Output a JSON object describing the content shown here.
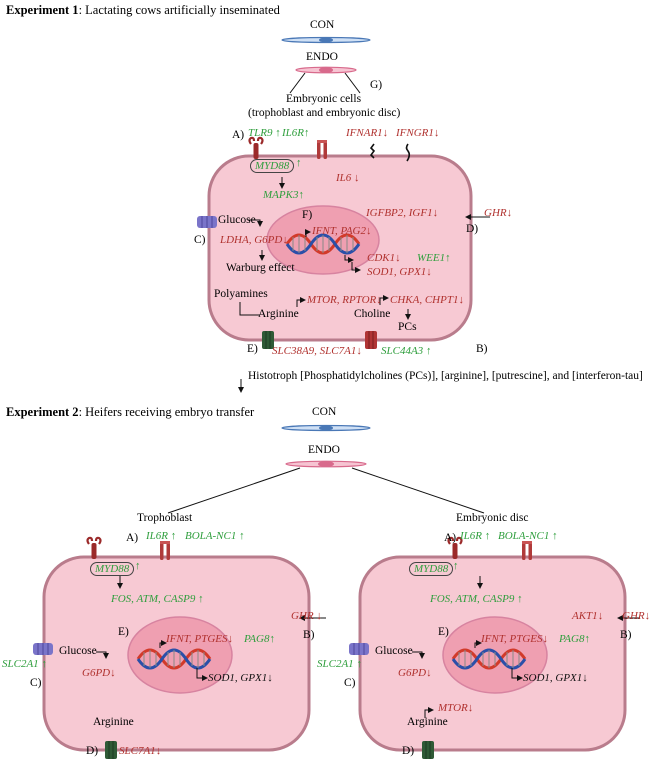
{
  "colors": {
    "cell_fill": "#f7c9d3",
    "cell_border": "#b97c8c",
    "nucleus_fill": "#ef9fb1",
    "up": "#2e9e3c",
    "down": "#b0312e",
    "dna_red": "#d23a2a",
    "dna_blue": "#2b4fa8",
    "con_embryo": "#4a78b6",
    "endo_embryo": "#d86a8c"
  },
  "icons": {
    "receptor": "tlr-receptor-icon",
    "glucose_transporter": "glut-transporter-icon",
    "amino_acid_transporter": "slc-transporter-icon",
    "dna": "dna-helix-icon",
    "arrow_up": "↑",
    "arrow_down": "↓"
  },
  "exp1": {
    "title_bold": "Experiment 1",
    "title_rest": ": Lactating cows artificially inseminated",
    "con": "CON",
    "endo": "ENDO",
    "g_label": "G)",
    "embryonic_cells": "Embryonic cells",
    "embryonic_cells_sub": "(trophoblast and embryonic disc)",
    "a_label": "A)",
    "tlr9": "TLR9",
    "il6r": "IL6R",
    "ifnar1": "IFNAR1",
    "ifngr1": "IFNGR1",
    "myd88": "MYD88",
    "il6": "IL6",
    "mapk3": "MAPK3",
    "glucose": "Glucose",
    "c_label": "C)",
    "ldha_g6pd": "LDHA, G6PD",
    "warburg": "Warburg effect",
    "f_label": "F)",
    "ifnt_pag2": "IFNT, PAG2",
    "igfbp2_igf1": "IGFBP2, IGF1",
    "ghr": "GHR",
    "d_label": "D)",
    "cdk1": "CDK1",
    "wee1": "WEE1",
    "sod1_gpx1": "SOD1, GPX1",
    "polyamines": "Polyamines",
    "mtor_rptor": "MTOR, RPTOR",
    "arginine": "Arginine",
    "chka_chpt1": "CHKA, CHPT1",
    "choline": "Choline",
    "pcs": "PCs",
    "e_label": "E)",
    "slc38a9_slc7a1": "SLC38A9, SLC7A1",
    "slc44a3": "SLC44A3",
    "b_label": "B)",
    "histotroph": "Histotroph [Phosphatidylcholines (PCs)], [arginine], [putrescine], and [interferon-tau]"
  },
  "exp2": {
    "title_bold": "Experiment 2",
    "title_rest": ": Heifers receiving embryo transfer",
    "con": "CON",
    "endo": "ENDO",
    "trophoblast": "Trophoblast",
    "embryonic_disc": "Embryonic disc",
    "left": {
      "a_label": "A)",
      "il6r": "IL6R",
      "bola_nc1": "BOLA-NC1",
      "myd88": "MYD88",
      "fos_atm_casp9": "FOS, ATM, CASP9",
      "ghr": "GHR",
      "b_label": "B)",
      "e_label": "E)",
      "ifnt_ptges": "IFNT, PTGES",
      "pag8": "PAG8",
      "sod1_gpx1": "SOD1, GPX1",
      "glucose": "Glucose",
      "slc2a1": "SLC2A1",
      "g6pd": "G6PD",
      "c_label": "C)",
      "arginine": "Arginine",
      "slc7a1": "SLC7A1",
      "d_label": "D)"
    },
    "right": {
      "a_label": "A)",
      "il6r": "IL6R",
      "bola_nc1": "BOLA-NC1",
      "myd88": "MYD88",
      "fos_atm_casp9": "FOS, ATM, CASP9",
      "akt1": "AKT1",
      "ghr": "GHR",
      "b_label": "B)",
      "e_label": "E)",
      "ifnt_ptges": "IFNT, PTGES",
      "pag8": "PAG8",
      "sod1_gpx1": "SOD1, GPX1",
      "glucose": "Glucose",
      "slc2a1": "SLC2A1",
      "g6pd": "G6PD",
      "c_label": "C)",
      "mtor": "MTOR",
      "arginine": "Arginine",
      "d_label": "D)"
    }
  }
}
